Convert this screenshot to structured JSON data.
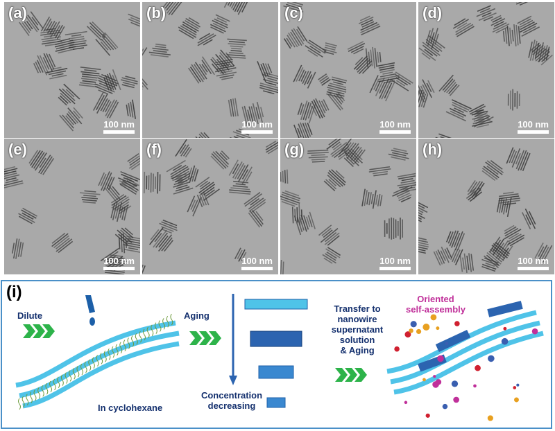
{
  "panels": [
    {
      "label": "(a)",
      "scale": "100 nm"
    },
    {
      "label": "(b)",
      "scale": "100 nm"
    },
    {
      "label": "(c)",
      "scale": "100 nm"
    },
    {
      "label": "(d)",
      "scale": "100 nm"
    },
    {
      "label": "(e)",
      "scale": "100 nm"
    },
    {
      "label": "(f)",
      "scale": "100 nm"
    },
    {
      "label": "(g)",
      "scale": "100 nm"
    },
    {
      "label": "(h)",
      "scale": "100 nm"
    }
  ],
  "schematic": {
    "label": "(i)",
    "dilute": "Dilute",
    "aging": "Aging",
    "in_cyclohexane": "In cyclohexane",
    "concentration": "Concentration",
    "decreasing": "decreasing",
    "transfer_lines": [
      "Transfer to",
      "nanowire",
      "supernatant",
      "solution",
      "& Aging"
    ],
    "oriented": "Oriented",
    "self_assembly": "self-assembly"
  },
  "colors": {
    "accent": "#4a90c8",
    "text": "#14306e",
    "highlight": "#c0309a",
    "wire": "#4fc3e8",
    "arrow": "#2db34a"
  }
}
